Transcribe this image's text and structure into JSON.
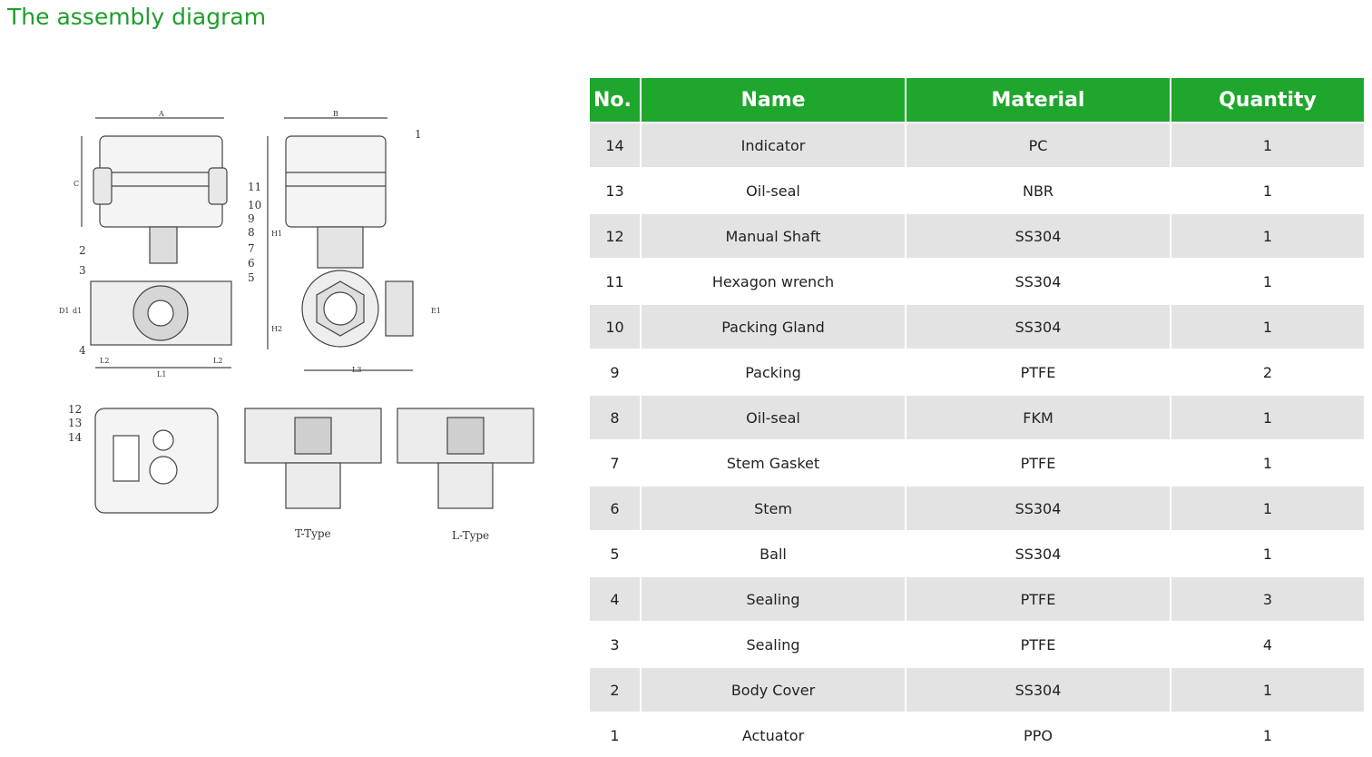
{
  "page": {
    "title": "The assembly diagram"
  },
  "diagram": {
    "callouts": [
      "1",
      "2",
      "3",
      "4",
      "5",
      "6",
      "7",
      "8",
      "9",
      "10",
      "11",
      "12",
      "13",
      "14"
    ],
    "dimensions": [
      "A",
      "B",
      "C",
      "H1",
      "H2",
      "D1",
      "d1",
      "E1",
      "L1",
      "L2",
      "L2",
      "L3"
    ],
    "type_labels": {
      "t_type": "T-Type",
      "l_type": "L-Type"
    }
  },
  "table": {
    "headers": [
      "No.",
      "Name",
      "Material",
      "Quantity"
    ],
    "rows": [
      {
        "no": "14",
        "name": "Indicator",
        "material": "PC",
        "qty": "1"
      },
      {
        "no": "13",
        "name": "Oil-seal",
        "material": "NBR",
        "qty": "1"
      },
      {
        "no": "12",
        "name": "Manual Shaft",
        "material": "SS304",
        "qty": "1"
      },
      {
        "no": "11",
        "name": "Hexagon wrench",
        "material": "SS304",
        "qty": "1"
      },
      {
        "no": "10",
        "name": "Packing Gland",
        "material": "SS304",
        "qty": "1"
      },
      {
        "no": "9",
        "name": "Packing",
        "material": "PTFE",
        "qty": "2"
      },
      {
        "no": "8",
        "name": "Oil-seal",
        "material": "FKM",
        "qty": "1"
      },
      {
        "no": "7",
        "name": "Stem Gasket",
        "material": "PTFE",
        "qty": "1"
      },
      {
        "no": "6",
        "name": "Stem",
        "material": "SS304",
        "qty": "1"
      },
      {
        "no": "5",
        "name": "Ball",
        "material": "SS304",
        "qty": "1"
      },
      {
        "no": "4",
        "name": "Sealing",
        "material": "PTFE",
        "qty": "3"
      },
      {
        "no": "3",
        "name": "Sealing",
        "material": "PTFE",
        "qty": "4"
      },
      {
        "no": "2",
        "name": "Body Cover",
        "material": "SS304",
        "qty": "1"
      },
      {
        "no": "1",
        "name": "Actuator",
        "material": "PPO",
        "qty": "1"
      }
    ]
  }
}
